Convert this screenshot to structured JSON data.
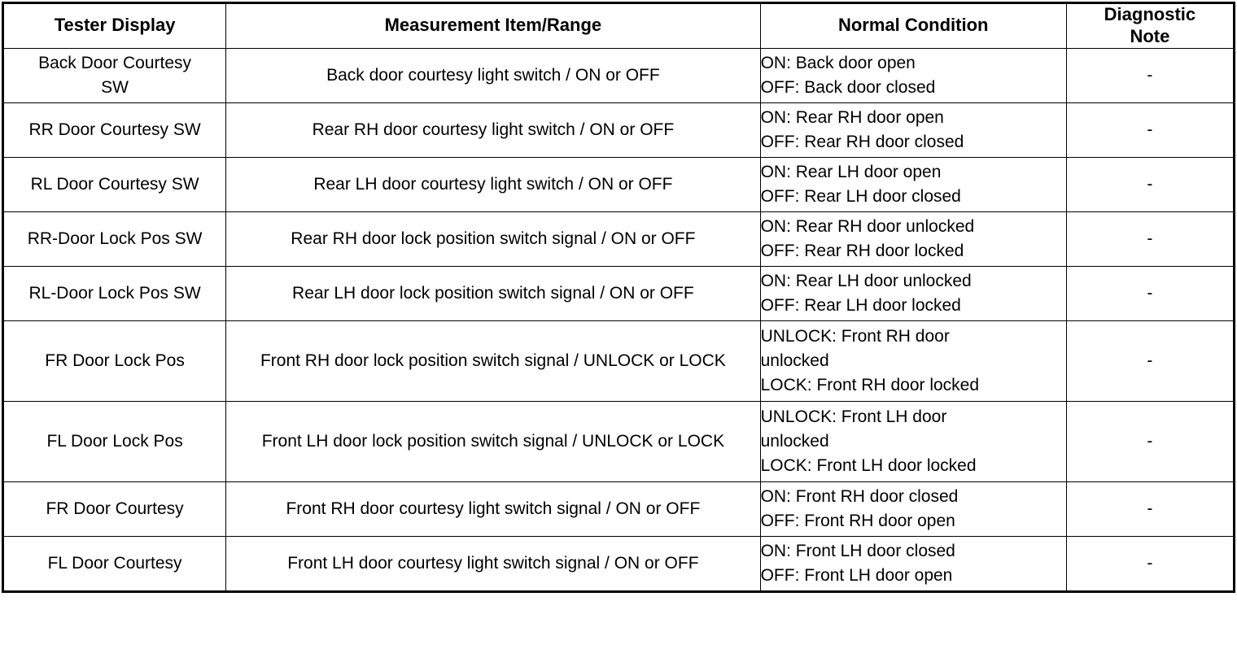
{
  "table": {
    "name": "tester-display-data-list",
    "columns": [
      {
        "key": "tester",
        "label": "Tester Display"
      },
      {
        "key": "measure",
        "label": "Measurement Item/Range"
      },
      {
        "key": "normal",
        "label": "Normal Condition"
      },
      {
        "key": "note",
        "label": "Diagnostic Note"
      }
    ],
    "header": {
      "tester": "Tester Display",
      "measure": "Measurement Item/Range",
      "normal": "Normal Condition",
      "note_line1": "Diagnostic",
      "note_line2": "Note"
    },
    "rows": [
      {
        "tester_line1": "Back Door Courtesy",
        "tester_line2": "SW",
        "measure": "Back door courtesy light switch / ON or OFF",
        "normal_line1": "ON: Back door open",
        "normal_line2": "OFF: Back door closed",
        "normal_line3": "",
        "note": "-"
      },
      {
        "tester_line1": "RR Door Courtesy SW",
        "tester_line2": "",
        "measure": "Rear RH door courtesy light switch / ON or OFF",
        "normal_line1": "ON: Rear RH door open",
        "normal_line2": "OFF: Rear RH door closed",
        "normal_line3": "",
        "note": "-"
      },
      {
        "tester_line1": "RL Door Courtesy SW",
        "tester_line2": "",
        "measure": "Rear LH door courtesy light switch / ON or OFF",
        "normal_line1": "ON: Rear LH door open",
        "normal_line2": "OFF: Rear LH door closed",
        "normal_line3": "",
        "note": "-"
      },
      {
        "tester_line1": "RR-Door Lock Pos SW",
        "tester_line2": "",
        "measure": "Rear RH door lock position switch signal / ON or OFF",
        "normal_line1": "ON: Rear RH door unlocked",
        "normal_line2": "OFF: Rear RH door locked",
        "normal_line3": "",
        "note": "-"
      },
      {
        "tester_line1": "RL-Door Lock Pos SW",
        "tester_line2": "",
        "measure": "Rear LH door lock position switch signal / ON or OFF",
        "normal_line1": "ON: Rear LH door unlocked",
        "normal_line2": "OFF: Rear LH door locked",
        "normal_line3": "",
        "note": "-"
      },
      {
        "tester_line1": "FR Door Lock Pos",
        "tester_line2": "",
        "measure": "Front RH door lock position switch signal / UNLOCK or LOCK",
        "normal_line1": "UNLOCK: Front RH door",
        "normal_line2": "unlocked",
        "normal_line3": "LOCK: Front RH door locked",
        "note": "-"
      },
      {
        "tester_line1": "FL Door Lock Pos",
        "tester_line2": "",
        "measure": "Front LH door lock position switch signal / UNLOCK or LOCK",
        "normal_line1": "UNLOCK: Front LH door",
        "normal_line2": "unlocked",
        "normal_line3": "LOCK: Front LH door locked",
        "note": "-"
      },
      {
        "tester_line1": "FR Door Courtesy",
        "tester_line2": "",
        "measure": "Front RH door courtesy light switch signal / ON or OFF",
        "normal_line1": "ON: Front RH door closed",
        "normal_line2": "OFF: Front RH door open",
        "normal_line3": "",
        "note": "-"
      },
      {
        "tester_line1": "FL Door Courtesy",
        "tester_line2": "",
        "measure": "Front LH door courtesy light switch signal / ON or OFF",
        "normal_line1": "ON: Front LH door closed",
        "normal_line2": "OFF: Front LH door open",
        "normal_line3": "",
        "note": "-"
      }
    ]
  },
  "colors": {
    "border": "#000000",
    "text": "#000000",
    "background": "#ffffff"
  }
}
